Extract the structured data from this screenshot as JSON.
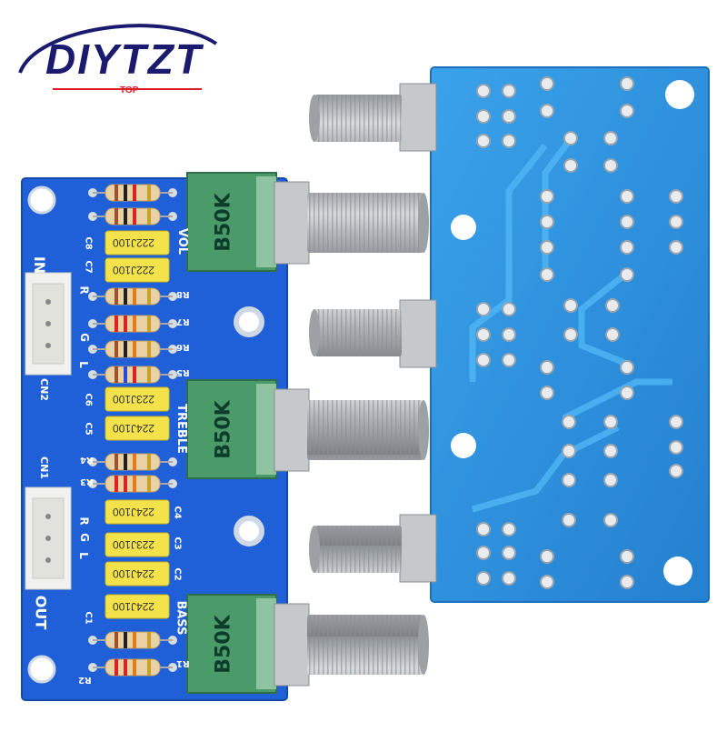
{
  "logo": {
    "brand": "DIYTZT",
    "sub": "TOP"
  },
  "silkscreen": {
    "vol": "VOL",
    "treble": "TREBLE",
    "bass": "BASS",
    "in": "IN",
    "out": "OUT",
    "cn1": "CN1",
    "cn2": "CN2",
    "l": "L",
    "g": "G",
    "r": "R",
    "refs": [
      "R8",
      "R7",
      "R6",
      "R5",
      "R4",
      "R3",
      "R2",
      "R1",
      "C8",
      "C7",
      "C6",
      "C5",
      "C4",
      "C3",
      "C2",
      "C1"
    ]
  },
  "potentiometers": [
    {
      "label": "B50K",
      "role": "VOL"
    },
    {
      "label": "B50K",
      "role": "TREBLE"
    },
    {
      "label": "B50K",
      "role": "BASS"
    }
  ],
  "capacitors": [
    "222J100",
    "222J100",
    "223J100",
    "224J100",
    "224J100",
    "223J100",
    "224J100",
    "224J100"
  ],
  "colors": {
    "pcb": "#1f5fd8",
    "pcb_back": "#2a8fe0",
    "pot_green": "#4a9a6a",
    "cap_yellow": "#f4e24a",
    "metal": "#b8bcc0",
    "brand": "#1a1a6e",
    "accent": "#e01b24"
  }
}
